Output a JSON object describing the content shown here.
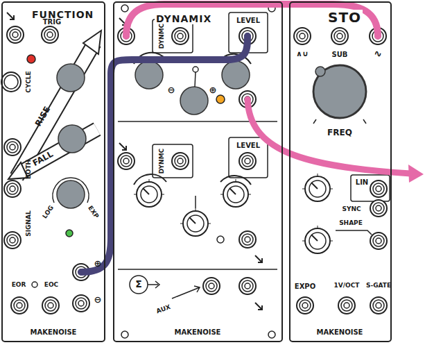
{
  "diagram": {
    "nodes": [
      {
        "text": [
          "FUNCTION"
        ]
      },
      {
        "text": [
          "DYNAMIX"
        ]
      },
      {
        "text": [
          "STO"
        ]
      }
    ],
    "edges": [
      {
        "from": 0,
        "to": 1,
        "arrow": "none"
      },
      {
        "from": 2,
        "to": 1,
        "arrow": "none"
      }
    ],
    "labels": [
      "TRIG",
      "CYCLE",
      "RISE",
      "FALL",
      "BOTH",
      "LOG",
      "EXP",
      "SIGNAL",
      "⊕",
      "EOR",
      "EOC",
      "⊖",
      "MAKENOISE",
      "DYNMC",
      "LEVEL",
      "⊖",
      "⊕",
      "DYNMC",
      "LEVEL",
      "Σ",
      "AUX",
      "MAKENOISE",
      "∧∪",
      "SUB",
      "∿",
      "FREQ",
      "LIN",
      "SYNC",
      "SHAPE",
      "EXPO",
      "1V/OCT",
      "S-GATE",
      "MAKENOISE"
    ]
  }
}
